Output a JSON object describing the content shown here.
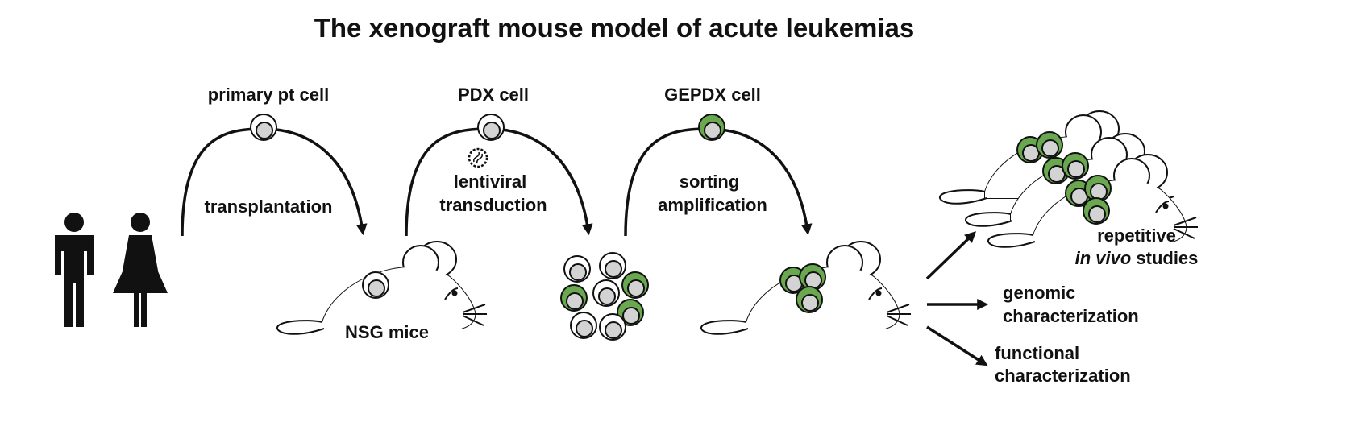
{
  "title": "The xenograft mouse model of acute leukemias",
  "colors": {
    "ink": "#111111",
    "cell_fill": "#ffffff",
    "nucleus": "#d3d3d3",
    "gfp_green": "#6aa84f"
  },
  "stages": {
    "primary": "primary pt cell",
    "pdx": "PDX cell",
    "gepdx": "GEPDX cell"
  },
  "steps": {
    "transplant": "transplantation",
    "lenti_1": "lentiviral",
    "lenti_2": "transduction",
    "sort_1": "sorting",
    "sort_2": "amplification"
  },
  "mice_label": "NSG mice",
  "outcomes": {
    "repetitive_1": "repetitive",
    "repetitive_2a": "in vivo",
    "repetitive_2b": " studies",
    "genomic_1": "genomic",
    "genomic_2": "characterization",
    "functional_1": "functional",
    "functional_2": "characterization"
  },
  "icons": [
    "man-icon",
    "woman-icon",
    "mouse-icon",
    "cell-icon",
    "virus-icon",
    "arrow-icon"
  ]
}
